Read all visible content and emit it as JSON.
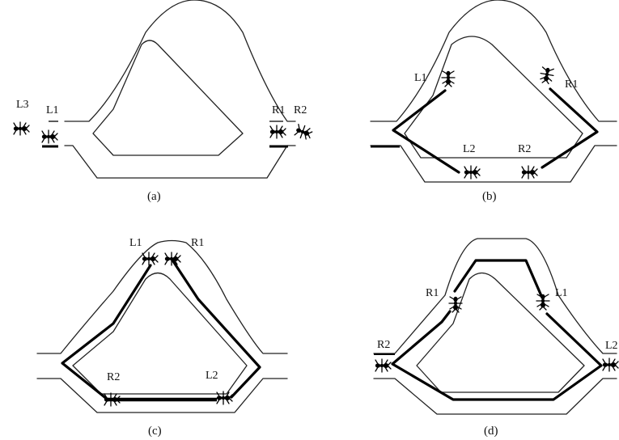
{
  "panels": [
    {
      "caption": "(a)",
      "labels": [
        "L3",
        "L1",
        "R1",
        "R2"
      ],
      "ants": [
        "ant-L3",
        "ant-L1",
        "ant-R1",
        "ant-R2"
      ]
    },
    {
      "caption": "(b)",
      "labels": [
        "L1",
        "R1",
        "L2",
        "R2"
      ],
      "ants": [
        "ant-L1",
        "ant-R1",
        "ant-L2",
        "ant-R2"
      ]
    },
    {
      "caption": "(c)",
      "labels": [
        "L1",
        "R1",
        "R2",
        "L2"
      ],
      "ants": [
        "ant-L1",
        "ant-R1",
        "ant-R2",
        "ant-L2"
      ]
    },
    {
      "caption": "(d)",
      "labels": [
        "R1",
        "L1",
        "R2",
        "L2"
      ],
      "ants": [
        "ant-R1",
        "ant-L1",
        "ant-R2",
        "ant-L2"
      ]
    }
  ],
  "icons": {
    "ant": "ant-icon"
  }
}
